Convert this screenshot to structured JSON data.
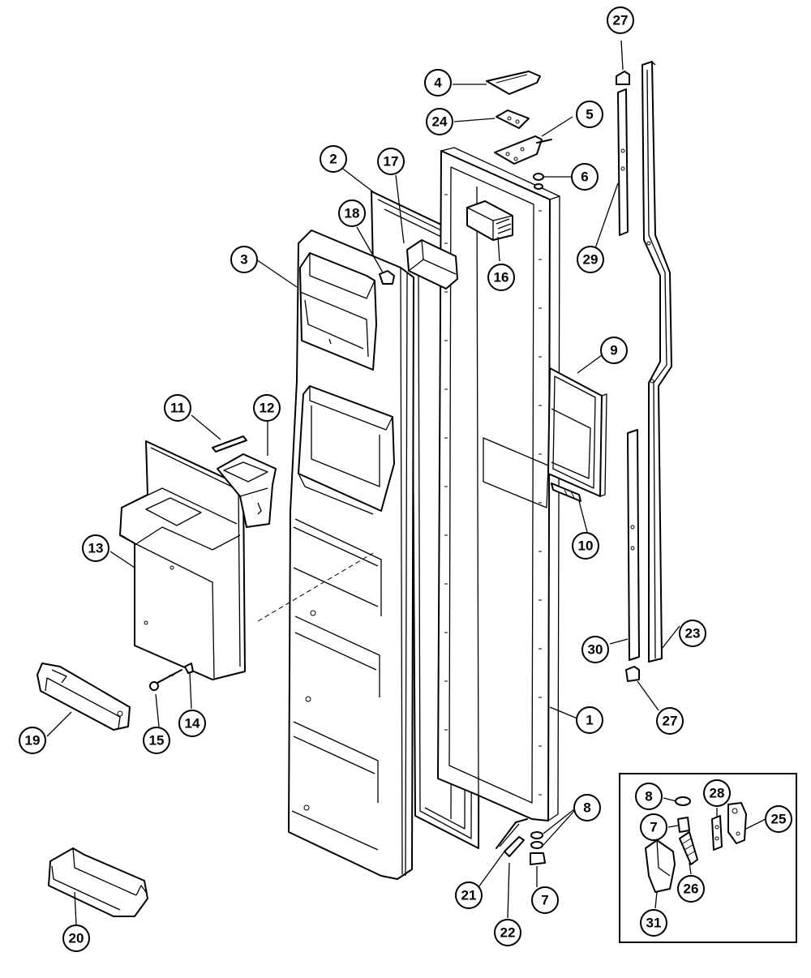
{
  "diagram": {
    "callouts": [
      {
        "id": "c1",
        "label": "1"
      },
      {
        "id": "c2",
        "label": "2"
      },
      {
        "id": "c3",
        "label": "3"
      },
      {
        "id": "c4",
        "label": "4"
      },
      {
        "id": "c5",
        "label": "5"
      },
      {
        "id": "c6",
        "label": "6"
      },
      {
        "id": "c7a",
        "label": "7"
      },
      {
        "id": "c7b",
        "label": "7"
      },
      {
        "id": "c8a",
        "label": "8"
      },
      {
        "id": "c8b",
        "label": "8"
      },
      {
        "id": "c9",
        "label": "9"
      },
      {
        "id": "c10",
        "label": "10"
      },
      {
        "id": "c11",
        "label": "11"
      },
      {
        "id": "c12",
        "label": "12"
      },
      {
        "id": "c13",
        "label": "13"
      },
      {
        "id": "c14",
        "label": "14"
      },
      {
        "id": "c15",
        "label": "15"
      },
      {
        "id": "c16",
        "label": "16"
      },
      {
        "id": "c17",
        "label": "17"
      },
      {
        "id": "c18",
        "label": "18"
      },
      {
        "id": "c19",
        "label": "19"
      },
      {
        "id": "c20",
        "label": "20"
      },
      {
        "id": "c21",
        "label": "21"
      },
      {
        "id": "c22",
        "label": "22"
      },
      {
        "id": "c23",
        "label": "23"
      },
      {
        "id": "c24",
        "label": "24"
      },
      {
        "id": "c25",
        "label": "25"
      },
      {
        "id": "c26",
        "label": "26"
      },
      {
        "id": "c27a",
        "label": "27"
      },
      {
        "id": "c27b",
        "label": "27"
      },
      {
        "id": "c28",
        "label": "28"
      },
      {
        "id": "c29",
        "label": "29"
      },
      {
        "id": "c30",
        "label": "30"
      },
      {
        "id": "c31",
        "label": "31"
      }
    ]
  }
}
